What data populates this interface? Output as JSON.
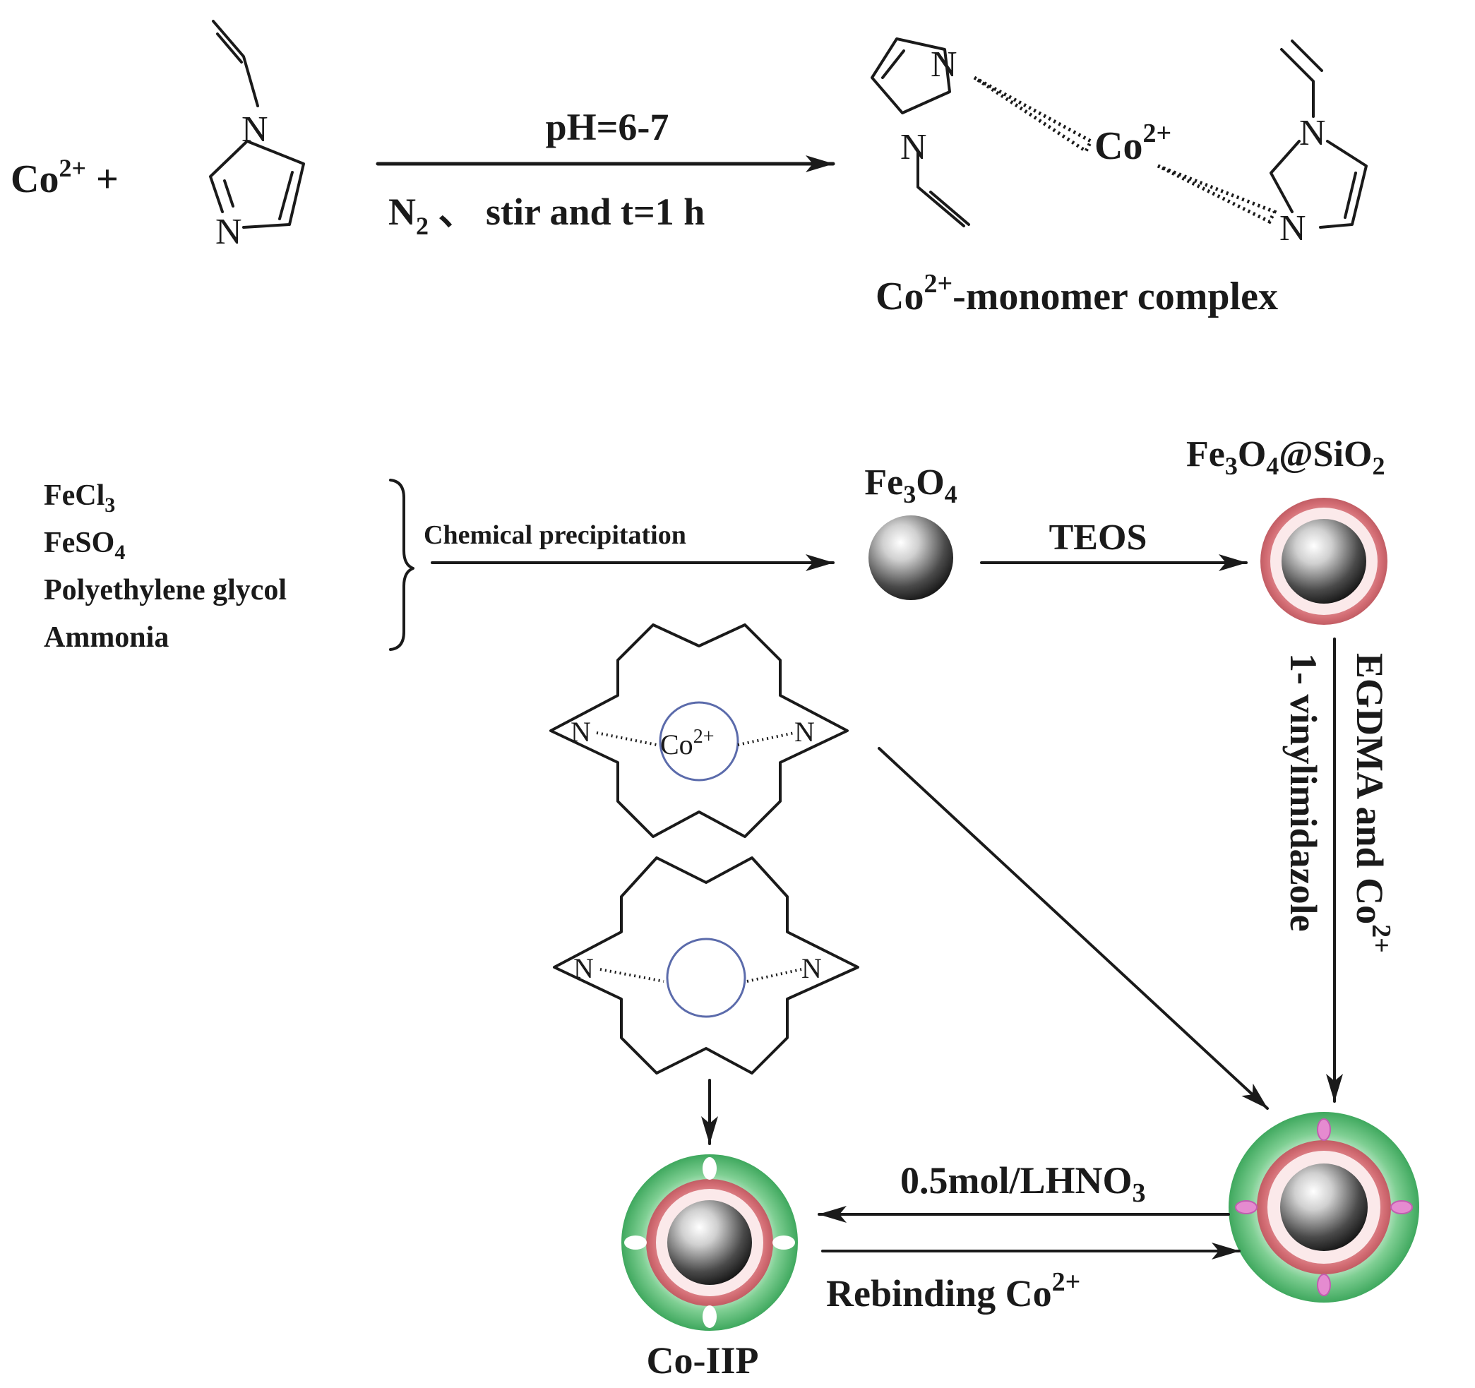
{
  "reaction": {
    "reactant": {
      "base": "Co",
      "sup": "2+",
      "plus": "+"
    },
    "conditions_top": "pH=6-7",
    "conditions_bottom": {
      "pre": "N",
      "sub": "2",
      "post": " 、 stir and  t=1 h"
    },
    "product_label": {
      "base": "Co",
      "sup": "2+",
      "post": "-monomer complex"
    },
    "complex_ion": {
      "base": "Co",
      "sup": "2+"
    },
    "atom_N": "N"
  },
  "synthesis": {
    "reagents": [
      {
        "base": "FeCl",
        "sub": "3"
      },
      {
        "base": "FeSO",
        "sub": "4"
      },
      {
        "base": "Polyethylene glycol",
        "sub": ""
      },
      {
        "base": "Ammonia",
        "sub": ""
      }
    ],
    "step1_label": "Chemical precipitation",
    "fe3o4": {
      "a": "Fe",
      "s1": "3",
      "b": "O",
      "s2": "4"
    },
    "step2_label": "TEOS",
    "fe3o4_sio2": {
      "a": "Fe",
      "s1": "3",
      "b": "O",
      "s2": "4",
      "c": "@SiO",
      "s3": "2"
    },
    "step3_label_outer": {
      "base": "EGDMA and Co",
      "sup": "2+"
    },
    "step3_label_inner": "1- vinylimidazole",
    "elution_label": {
      "base": "0.5mol/LHNO",
      "sub": "3"
    },
    "rebinding_label": {
      "base": "Rebinding Co",
      "sup": "2+"
    },
    "product_name": "Co-IIP",
    "cavity_filled_ion": {
      "base": "Co",
      "sup": "2+"
    },
    "cavity_atom": "N"
  },
  "colors": {
    "core_light": "#f4f4f4",
    "core_dark": "#2a2a2a",
    "silica_shell": "#d9797f",
    "polymer_shell": "#5dbb76",
    "cavity_ring": "#5b6bab",
    "ink": "#1a1a1a"
  }
}
